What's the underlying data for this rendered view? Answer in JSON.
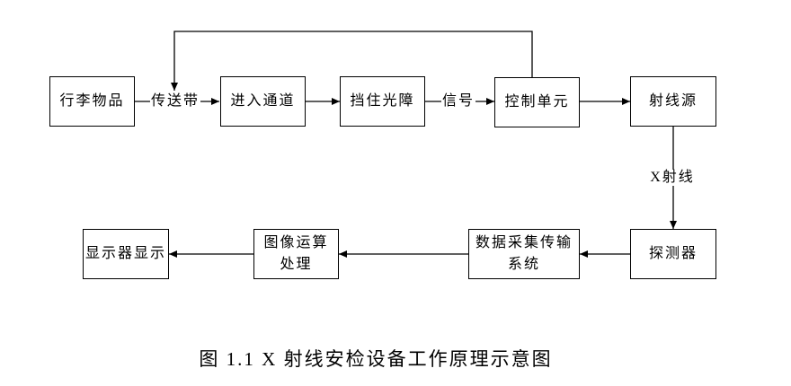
{
  "palette": {
    "background": "#ffffff",
    "line_color": "#000000",
    "text_color": "#000000"
  },
  "diagram": {
    "nodes": [
      {
        "id": "luggage",
        "label": "行李物品"
      },
      {
        "id": "enter-channel",
        "label": "进入通道"
      },
      {
        "id": "block-light-barrier",
        "label": "挡住光障"
      },
      {
        "id": "control-unit",
        "label": "控制单元"
      },
      {
        "id": "ray-source",
        "label": "射线源"
      },
      {
        "id": "detector",
        "label": "探测器"
      },
      {
        "id": "data-acquisition",
        "label": "数据采集传输\n系统"
      },
      {
        "id": "image-processing",
        "label": "图像运算\n处理"
      },
      {
        "id": "display",
        "label": "显示器显示"
      }
    ],
    "edge_labels": [
      {
        "id": "conveyor-belt",
        "text": "传送带"
      },
      {
        "id": "signal",
        "text": "信号"
      },
      {
        "id": "x-ray",
        "text": "X射线"
      }
    ],
    "flow": [
      "行李物品 → (传送带) → 进入通道 → 挡住光障 → (信号) → 控制单元 → 射线源",
      "控制单元 → 传送带 (反馈)",
      "射线源 → (X射线) → 探测器 → 数据采集传输系统 → 图像运算处理 → 显示器显示"
    ]
  },
  "caption": {
    "text": "图 1.1 X 射线安检设备工作原理示意图"
  }
}
